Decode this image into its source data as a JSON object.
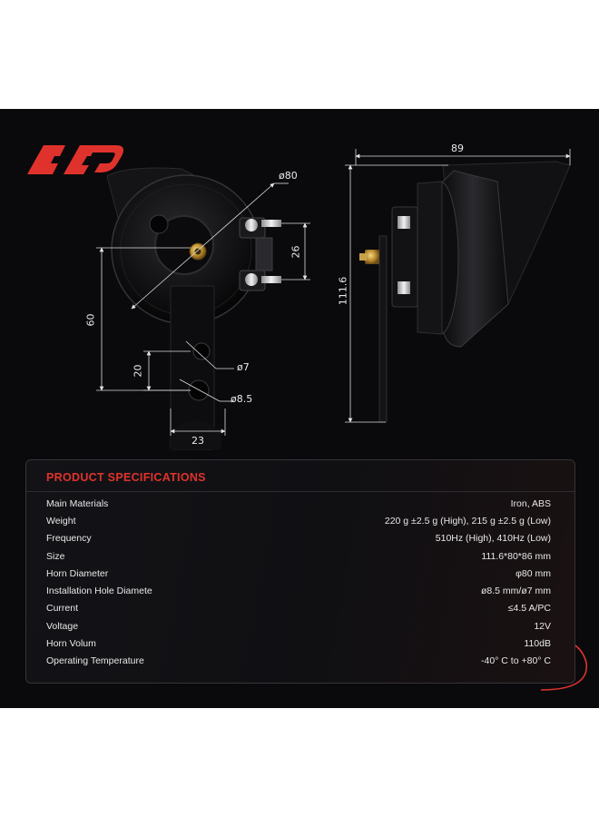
{
  "brand": {
    "logo_name": "A-P",
    "accent_color": "#e0322c"
  },
  "dimensions": {
    "horn_diameter": "ø80",
    "terminal_spacing": "26",
    "height_to_mount": "60",
    "hole_spacing": "20",
    "small_hole": "ø7",
    "large_hole": "ø8.5",
    "bracket_width": "23",
    "depth": "89",
    "total_height": "111.6"
  },
  "specifications": {
    "title": "PRODUCT SPECIFICATIONS",
    "rows": [
      {
        "label": "Main Materials",
        "value": "Iron, ABS"
      },
      {
        "label": "Weight",
        "value": "220 g ±2.5 g (High), 215 g ±2.5 g (Low)"
      },
      {
        "label": "Frequency",
        "value": "510Hz (High), 410Hz (Low)"
      },
      {
        "label": "Size",
        "value": "111.6*80*86 mm"
      },
      {
        "label": "Horn Diameter",
        "value": "φ80 mm"
      },
      {
        "label": "Installation Hole Diamete",
        "value": "ø8.5 mm/ø7 mm"
      },
      {
        "label": "Current",
        "value": "≤4.5 A/PC"
      },
      {
        "label": "Voltage",
        "value": "12V"
      },
      {
        "label": "Horn Volum",
        "value": "110dB"
      },
      {
        "label": "Operating Temperature",
        "value": "-40° C to +80° C"
      }
    ]
  }
}
